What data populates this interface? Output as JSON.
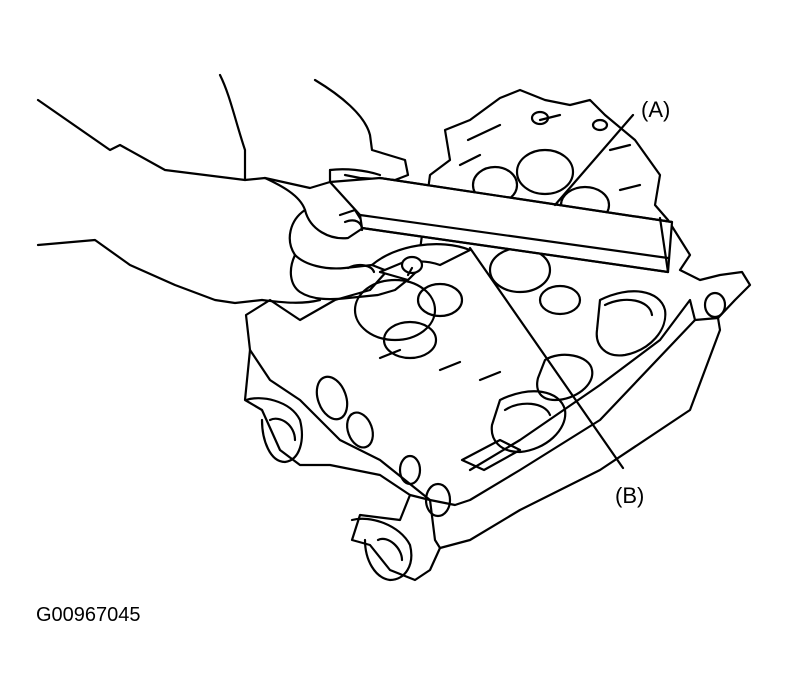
{
  "figure": {
    "callouts": [
      {
        "id": "A",
        "text": "(A)"
      },
      {
        "id": "B",
        "text": "(B)"
      }
    ],
    "figure_code": "G00967045"
  }
}
